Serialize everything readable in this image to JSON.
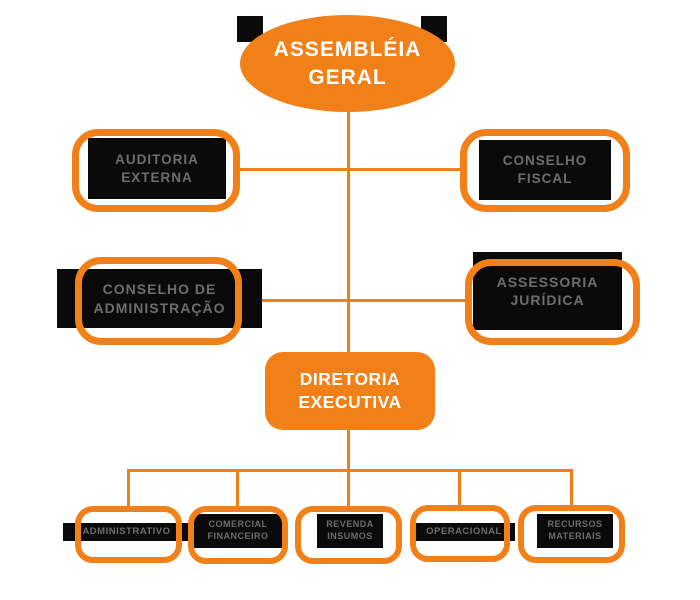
{
  "colors": {
    "accent": "#F28019",
    "black": "#0A0A0A",
    "gray": "#6D6D6D",
    "white": "#FFFFFF",
    "background": "#FFFFFF"
  },
  "nodes": {
    "assembleia_geral": {
      "label": "ASSEMBLÉIA\nGERAL"
    },
    "auditoria_externa": {
      "label": "AUDITORIA\nEXTERNA"
    },
    "conselho_fiscal": {
      "label": "CONSELHO\nFISCAL"
    },
    "conselho_administracao": {
      "label": "CONSELHO DE\nADMINISTRAÇÃO"
    },
    "assessoria_juridica": {
      "label": "ASSESSORIA\nJURÍDICA"
    },
    "diretoria_executiva": {
      "label": "DIRETORIA\nEXECUTIVA"
    },
    "administrativo": {
      "label": "ADMINISTRATIVO"
    },
    "comercial_financeiro": {
      "label": "COMERCIAL\nFINANCEIRO"
    },
    "revenda_insumos": {
      "label": "REVENDA\nINSUMOS"
    },
    "operacional": {
      "label": "OPERACIONAL"
    },
    "recursos_materiais": {
      "label": "RECURSOS\nMATERIAIS"
    }
  },
  "structure": {
    "top": "assembleia_geral",
    "side_level_1": [
      "auditoria_externa",
      "conselho_fiscal"
    ],
    "side_level_2": [
      "conselho_administracao",
      "assessoria_juridica"
    ],
    "middle": "diretoria_executiva",
    "bottom": [
      "administrativo",
      "comercial_financeiro",
      "revenda_insumos",
      "operacional",
      "recursos_materiais"
    ]
  }
}
